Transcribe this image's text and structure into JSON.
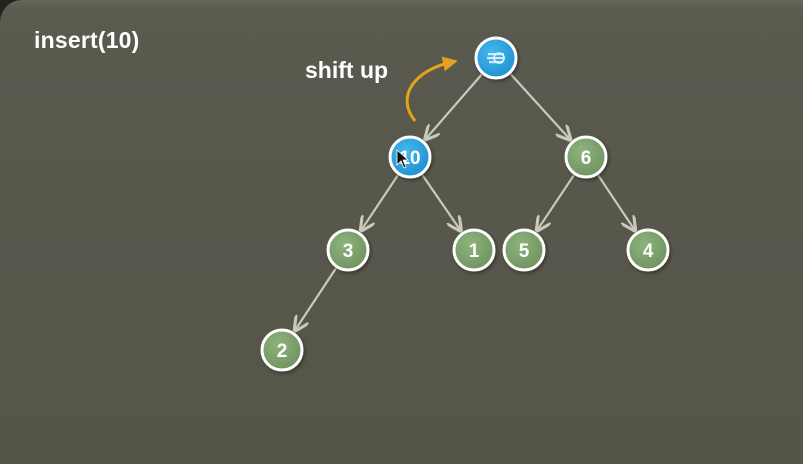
{
  "slide": {
    "title": "insert(10)",
    "annotation": "shift up",
    "colors": {
      "background": "#57574c",
      "node_green": "#7c9f6c",
      "node_blue": "#2aa4df",
      "edge": "#c9c9bd",
      "arrow_accent": "#e3a21a"
    }
  },
  "tree": {
    "nodes": [
      {
        "id": "root",
        "label": "",
        "state": "swapping"
      },
      {
        "id": "n10",
        "label": "10",
        "state": "highlight"
      },
      {
        "id": "n6",
        "label": "6",
        "state": "normal"
      },
      {
        "id": "n3",
        "label": "3",
        "state": "normal"
      },
      {
        "id": "n1",
        "label": "1",
        "state": "normal"
      },
      {
        "id": "n5",
        "label": "5",
        "state": "normal"
      },
      {
        "id": "n4",
        "label": "4",
        "state": "normal"
      },
      {
        "id": "n2",
        "label": "2",
        "state": "normal"
      }
    ],
    "edges": [
      {
        "from": "root",
        "to": "n10"
      },
      {
        "from": "root",
        "to": "n6"
      },
      {
        "from": "n10",
        "to": "n3"
      },
      {
        "from": "n10",
        "to": "n1"
      },
      {
        "from": "n6",
        "to": "n5"
      },
      {
        "from": "n6",
        "to": "n4"
      },
      {
        "from": "n3",
        "to": "n2"
      }
    ]
  }
}
